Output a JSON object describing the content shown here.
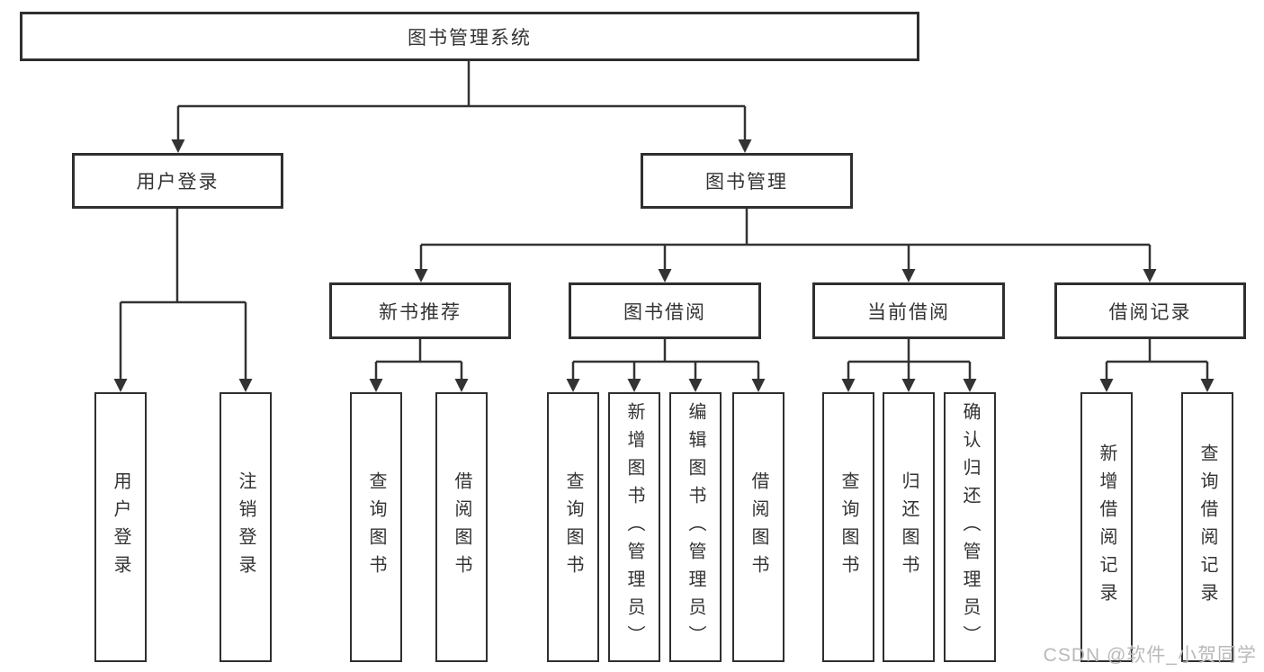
{
  "diagram": {
    "root": {
      "label": "图书管理系统"
    },
    "branches": [
      {
        "label": "用户登录",
        "leaves": [
          {
            "label": "用户登录"
          },
          {
            "label": "注销登录"
          }
        ]
      },
      {
        "label": "图书管理",
        "groups": [
          {
            "label": "新书推荐",
            "leaves": [
              {
                "label": "查询图书"
              },
              {
                "label": "借阅图书"
              }
            ]
          },
          {
            "label": "图书借阅",
            "leaves": [
              {
                "label": "查询图书"
              },
              {
                "label": "新增图书（管理员）"
              },
              {
                "label": "编辑图书（管理员）"
              },
              {
                "label": "借阅图书"
              }
            ]
          },
          {
            "label": "当前借阅",
            "leaves": [
              {
                "label": "查询图书"
              },
              {
                "label": "归还图书"
              },
              {
                "label": "确认归还（管理员）"
              }
            ]
          },
          {
            "label": "借阅记录",
            "leaves": [
              {
                "label": "新增借阅记录"
              },
              {
                "label": "查询借阅记录"
              }
            ]
          }
        ]
      }
    ]
  },
  "watermark": {
    "text": "CSDN @软件_小贺同学"
  },
  "colors": {
    "line": "#333333",
    "border": "#2f2f2f",
    "text": "#333333",
    "background": "#ffffff",
    "watermark": "#b9b9b9"
  }
}
